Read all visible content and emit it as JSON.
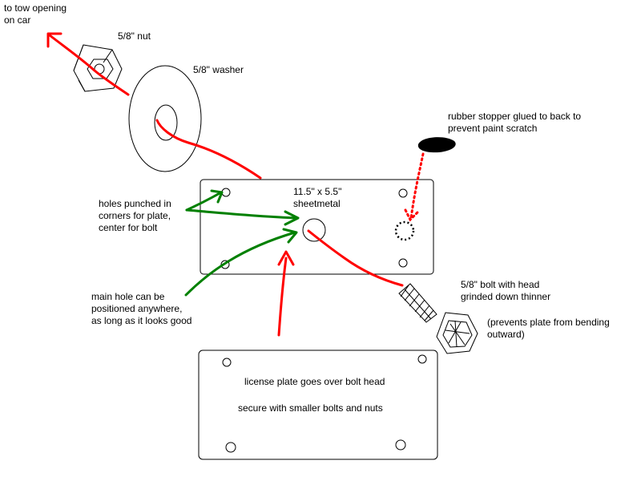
{
  "labels": {
    "tow_line1": "to tow opening",
    "tow_line2": "on car",
    "nut": "5/8\" nut",
    "washer": "5/8\" washer",
    "stopper_line1": "rubber stopper glued to back to",
    "stopper_line2": "prevent paint scratch",
    "holes_line1": "holes punched in",
    "holes_line2": "corners for plate,",
    "holes_line3": "center for bolt",
    "sheet_line1": "11.5\" x 5.5\"",
    "sheet_line2": "sheetmetal",
    "main_line1": "main hole can be",
    "main_line2": "positioned anywhere,",
    "main_line3": "as long as it looks good",
    "bolt_line1": "5/8\" bolt with head",
    "bolt_line2": "grinded down thinner",
    "prevents_line1": "(prevents plate from bending",
    "prevents_line2": "outward)",
    "plate_line1": "license plate goes over bolt head",
    "plate_line2": "secure with smaller bolts and nuts"
  },
  "colors": {
    "outline": "#000000",
    "red_arrow": "#ff0000",
    "green_arrow": "#008000",
    "stopper": "#000000",
    "background": "#ffffff"
  }
}
